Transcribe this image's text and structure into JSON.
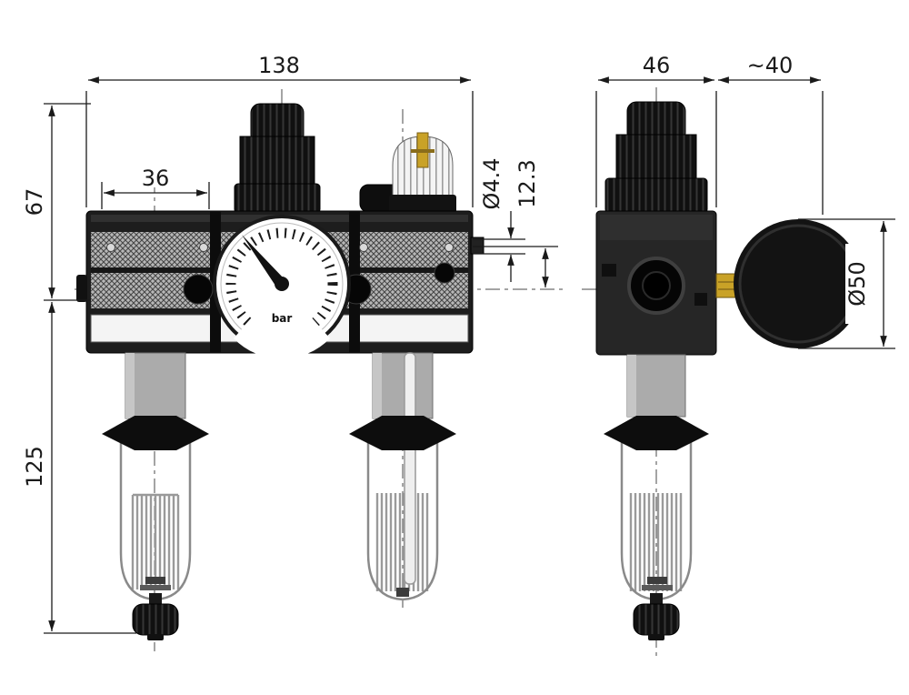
{
  "drawing": {
    "dims": {
      "total_width": "138",
      "body_width_side": "46",
      "gauge_depth": "~40",
      "top_height": "67",
      "module_width": "36",
      "port_diameter": "Ø4.4",
      "port_offset": "12.3",
      "bowl_height": "125",
      "gauge_diameter": "Ø50"
    },
    "gauge": {
      "unit": "bar"
    },
    "colors": {
      "outline": "#1a1a1a",
      "body_dark": "#1d1d1d",
      "brass": "#c9a227",
      "bowl_stroke": "#8a8a8a",
      "background": "#ffffff"
    }
  }
}
